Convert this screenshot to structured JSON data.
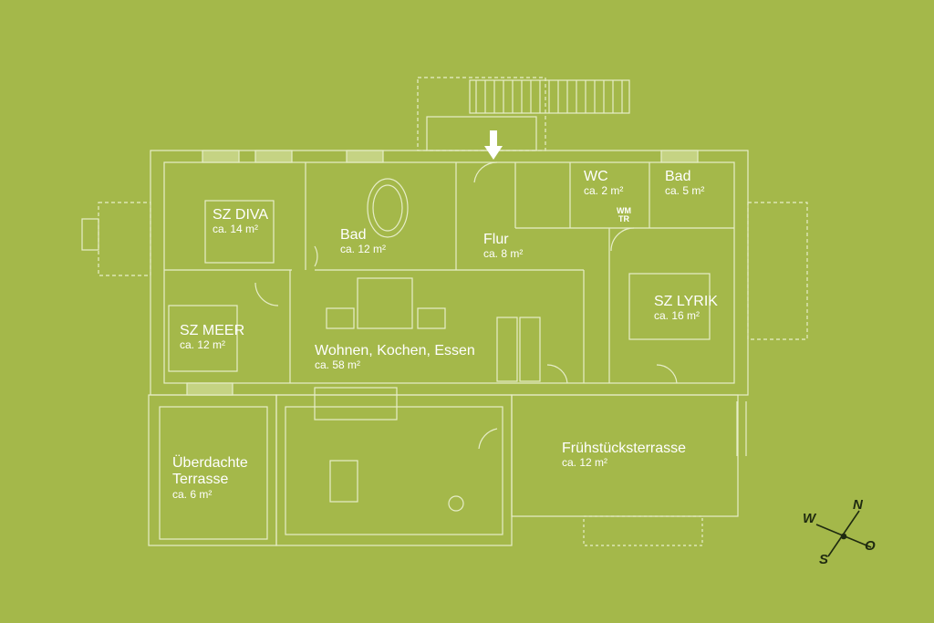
{
  "colors": {
    "background": "#a4b84a",
    "lines": "#eef3d6",
    "wall_fill": "#c9d78a",
    "compass": "#1f2a10"
  },
  "rooms": {
    "sz_diva": {
      "name": "SZ DIVA",
      "area": "ca. 14 m²"
    },
    "bad_large": {
      "name": "Bad",
      "area": "ca. 12 m²"
    },
    "flur": {
      "name": "Flur",
      "area": "ca. 8 m²"
    },
    "wc": {
      "name": "WC",
      "area": "ca. 2 m²"
    },
    "bad_small": {
      "name": "Bad",
      "area": "ca. 5 m²"
    },
    "sz_lyrik": {
      "name": "SZ LYRIK",
      "area": "ca. 16 m²"
    },
    "sz_meer": {
      "name": "SZ MEER",
      "area": "ca. 12 m²"
    },
    "wohnen": {
      "name": "Wohnen, Kochen, Essen",
      "area": "ca. 58 m²"
    },
    "terrasse_ueberdacht": {
      "name_line1": "Überdachte",
      "name_line2": "Terrasse",
      "area": "ca. 6 m²"
    },
    "fruehstueck": {
      "name": "Frühstücksterrasse",
      "area": "ca. 12 m²"
    }
  },
  "utility_tag": {
    "line1": "WM",
    "line2": "TR"
  },
  "compass": {
    "n": "N",
    "o": "O",
    "s": "S",
    "w": "W"
  },
  "icons": {
    "entrance": "arrow-down-icon",
    "compass": "compass-rose-icon"
  }
}
